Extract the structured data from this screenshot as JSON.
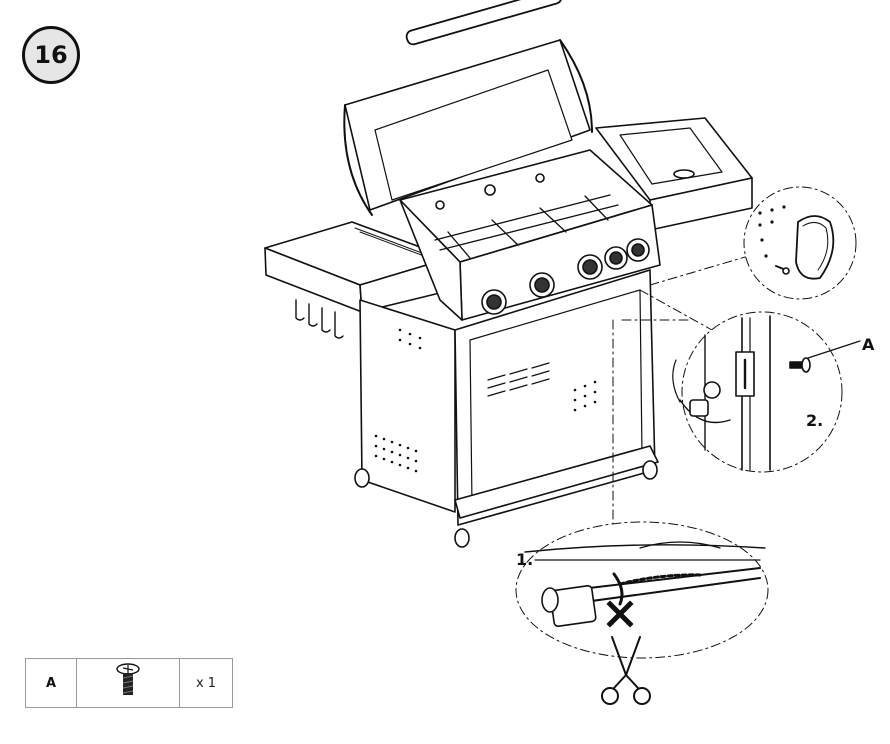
{
  "step": {
    "number": "16"
  },
  "callouts": {
    "part": "A",
    "step1": "1.",
    "step2": "2."
  },
  "parts_list": {
    "rows": [
      {
        "letter": "A",
        "icon": "screw-icon",
        "quantity": "x 1"
      }
    ]
  },
  "icons": {
    "grill": "gas-grill-illustration",
    "scissors": "scissors-icon",
    "forbidden": "cross-mark-icon",
    "screw": "screw-icon"
  }
}
